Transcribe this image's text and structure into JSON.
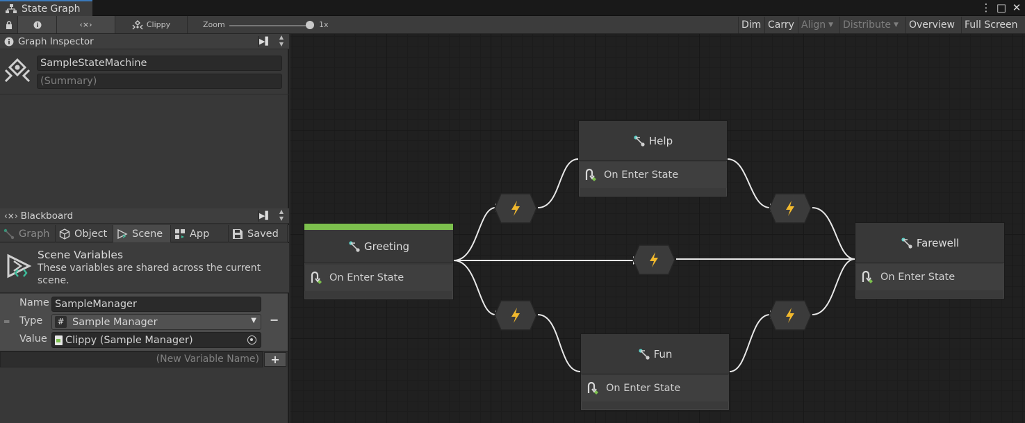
{
  "window": {
    "tab_title": "State Graph",
    "controls": [
      "⋮",
      "□",
      "✕"
    ]
  },
  "toolbar": {
    "clippy_label": "Clippy",
    "zoom_label": "Zoom",
    "zoom_value": "1x",
    "zoom_level_fraction": 0.98,
    "dim": "Dim",
    "carry": "Carry",
    "align": "Align",
    "distribute": "Distribute",
    "overview": "Overview",
    "fullscreen": "Full Screen"
  },
  "graph_inspector": {
    "header": "Graph Inspector",
    "title_value": "SampleStateMachine",
    "summary_placeholder": "(Summary)"
  },
  "blackboard": {
    "header": "Blackboard",
    "tabs": [
      {
        "label": "Graph",
        "state": "disabled"
      },
      {
        "label": "Object",
        "state": "normal"
      },
      {
        "label": "Scene",
        "state": "active"
      },
      {
        "label": "App",
        "state": "normal"
      },
      {
        "label": "Saved",
        "state": "normal"
      }
    ],
    "scene_title": "Scene Variables",
    "scene_desc_1": "These variables are shared across the current",
    "scene_desc_2": "scene.",
    "variable": {
      "name_label": "Name",
      "name_value": "SampleManager",
      "type_label": "Type",
      "type_value": "Sample Manager",
      "value_label": "Value",
      "value_value": "Clippy (Sample Manager)"
    },
    "new_var_placeholder": "(New Variable Name)",
    "add_symbol": "+",
    "remove_symbol": "−"
  },
  "graph": {
    "accent_color": "#7cc04d",
    "nodes": {
      "greeting": {
        "title": "Greeting",
        "event": "On Enter State",
        "is_start": true
      },
      "help": {
        "title": "Help",
        "event": "On Enter State"
      },
      "fun": {
        "title": "Fun",
        "event": "On Enter State"
      },
      "farewell": {
        "title": "Farewell",
        "event": "On Enter State"
      }
    },
    "transition_count": 5
  }
}
